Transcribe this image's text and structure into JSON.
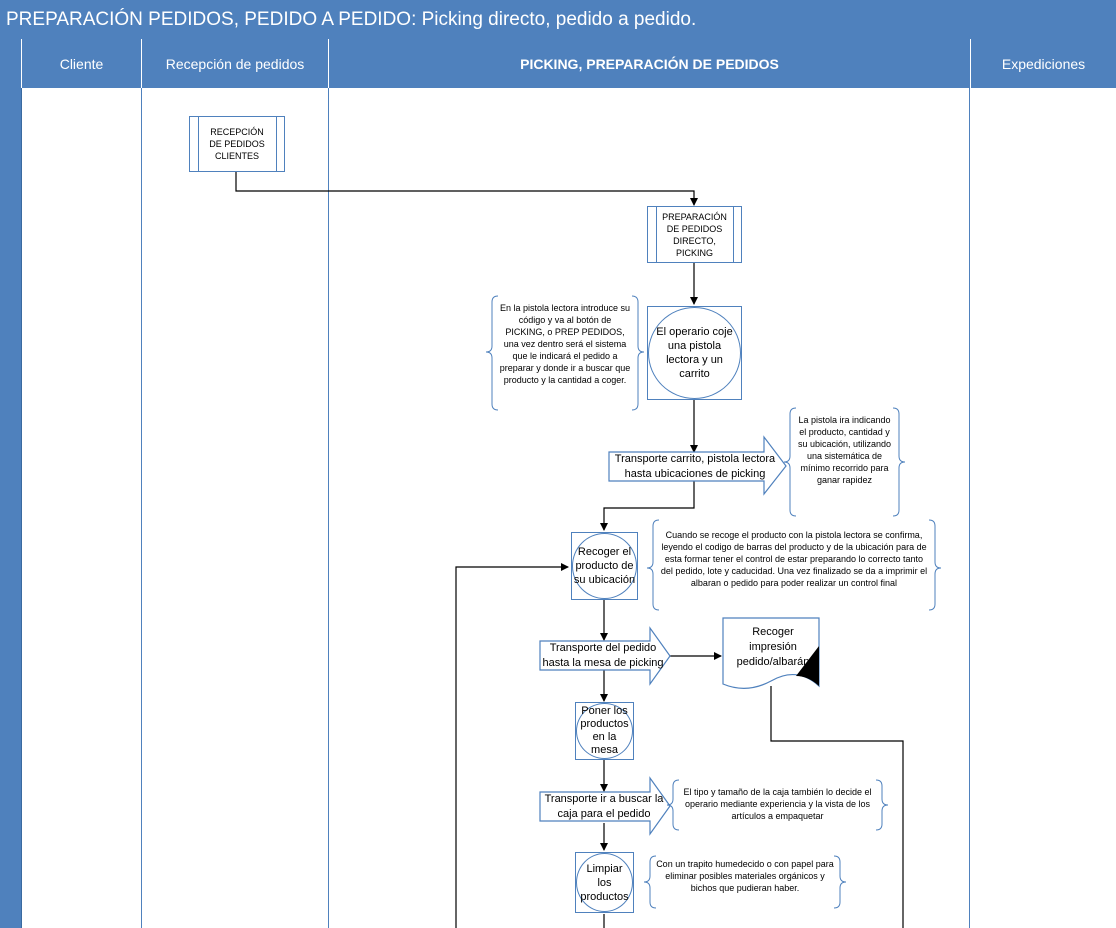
{
  "title": "PREPARACIÓN PEDIDOS, PEDIDO A PEDIDO: Picking directo, pedido a pedido.",
  "lanes": {
    "cliente": "Cliente",
    "recepcion": "Recepción de pedidos",
    "picking": "PICKING, PREPARACIÓN DE PEDIDOS",
    "expediciones": "Expediciones"
  },
  "nodes": {
    "recepcion": "RECEPCIÓN DE PEDIDOS CLIENTES",
    "preparacion": "PREPARACIÓN DE PEDIDOS DIRECTO, PICKING",
    "operario": "El operario coje una pistola lectora y un carrito",
    "transporte_carrito": "Transporte carrito, pistola lectora hasta ubicaciones de picking",
    "recoger_producto": "Recoger el producto de su ubicación",
    "transporte_pedido": "Transporte del pedido hasta la mesa de picking",
    "impresion": "Recoger impresión pedido/albarán",
    "poner_productos": "Poner los productos en la mesa",
    "transporte_caja": "Transporte ir a buscar la caja para el pedido",
    "limpiar": "Limpiar los productos"
  },
  "notes": {
    "pistola": "En la pistola lectora introduce su código y va al botón de PICKING, o PREP PEDIDOS, una vez dentro será el sistema que le indicará el pedido a preparar y donde ir a buscar que producto y la cantidad a coger.",
    "indicando": "La pistola ira indicando el producto, cantidad y su ubicación, utilizando una sistemática de mínimo recorrido para ganar rapidez",
    "confirma": "Cuando se recoge el producto con la pistola lectora se confirma, leyendo el codigo de barras del producto y de la ubicación para de esta formar tener el control de estar preparando lo correcto tanto del pedido, lote y caducidad. Una vez finalizado se da a imprimir el albaran o pedido para poder realizar un control final",
    "caja": "El tipo y tamaño de la caja también lo decide el operario mediante experiencia y la vista de los artículos a empaquetar",
    "trapito": "Con un trapito humedecido o con papel para eliminar posibles materiales orgánicos y bichos que pudieran haber."
  }
}
